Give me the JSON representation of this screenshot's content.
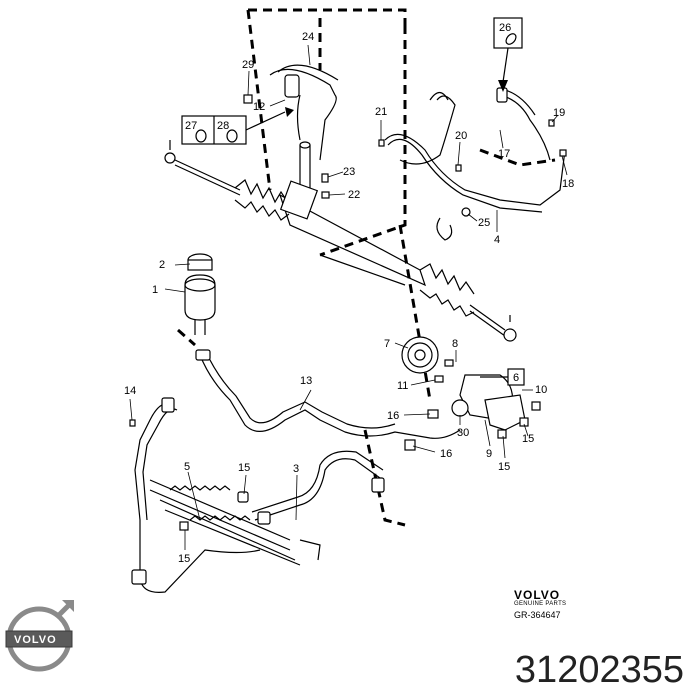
{
  "diagram": {
    "callouts": [
      {
        "id": "c1",
        "text": "1"
      },
      {
        "id": "c2",
        "text": "2"
      },
      {
        "id": "c3",
        "text": "3"
      },
      {
        "id": "c4",
        "text": "4"
      },
      {
        "id": "c5",
        "text": "5"
      },
      {
        "id": "c6",
        "text": "6",
        "boxed": true
      },
      {
        "id": "c7",
        "text": "7"
      },
      {
        "id": "c8",
        "text": "8"
      },
      {
        "id": "c9",
        "text": "9"
      },
      {
        "id": "c10",
        "text": "10"
      },
      {
        "id": "c11",
        "text": "11"
      },
      {
        "id": "c12",
        "text": "12"
      },
      {
        "id": "c13",
        "text": "13"
      },
      {
        "id": "c14",
        "text": "14"
      },
      {
        "id": "c15a",
        "text": "15"
      },
      {
        "id": "c15b",
        "text": "15"
      },
      {
        "id": "c15c",
        "text": "15"
      },
      {
        "id": "c15d",
        "text": "15"
      },
      {
        "id": "c16a",
        "text": "16"
      },
      {
        "id": "c16b",
        "text": "16"
      },
      {
        "id": "c17",
        "text": "17"
      },
      {
        "id": "c18",
        "text": "18"
      },
      {
        "id": "c19",
        "text": "19"
      },
      {
        "id": "c20",
        "text": "20"
      },
      {
        "id": "c21",
        "text": "21"
      },
      {
        "id": "c22",
        "text": "22"
      },
      {
        "id": "c23",
        "text": "23"
      },
      {
        "id": "c24",
        "text": "24"
      },
      {
        "id": "c25",
        "text": "25"
      },
      {
        "id": "c26",
        "text": "26",
        "boxed": true
      },
      {
        "id": "c27",
        "text": "27",
        "boxed": true
      },
      {
        "id": "c28",
        "text": "28",
        "boxed": true
      },
      {
        "id": "c29",
        "text": "29"
      },
      {
        "id": "c30",
        "text": "30"
      }
    ]
  },
  "brand": {
    "name": "VOLVO",
    "subtitle": "GENUINE PARTS",
    "drawing_code": "GR-364647",
    "logo_text": "VOLVO"
  },
  "part_number": "31202355"
}
